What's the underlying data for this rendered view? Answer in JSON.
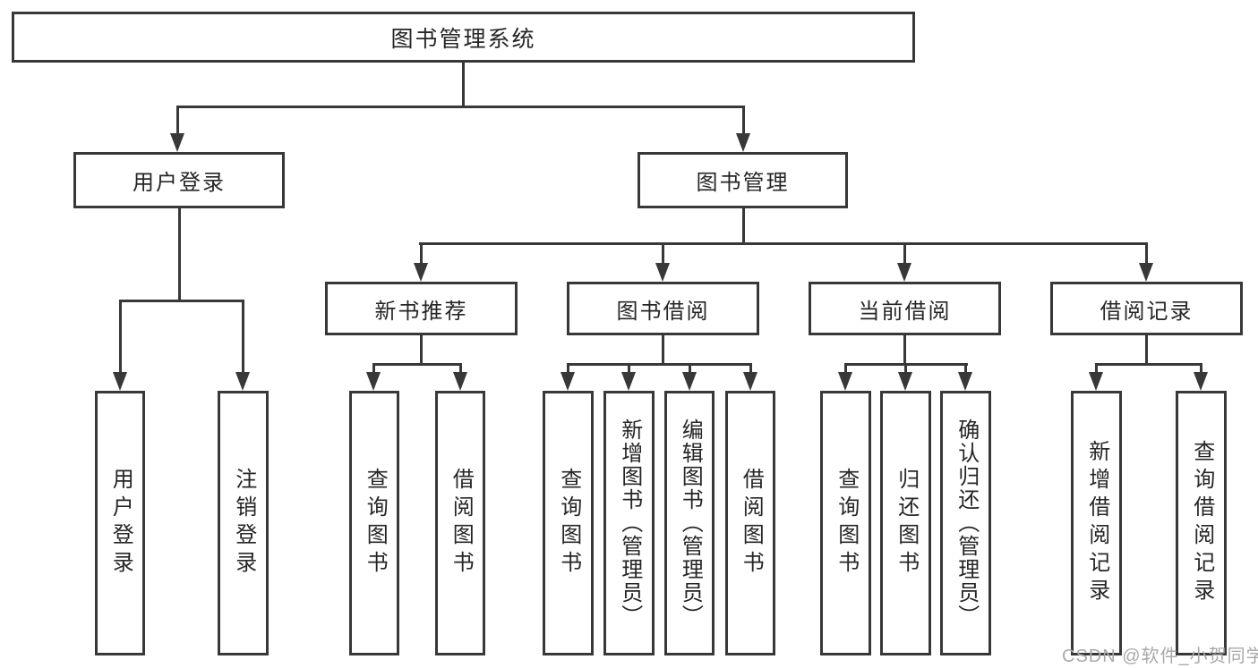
{
  "tree": {
    "root": {
      "label": "图书管理系统"
    },
    "branches": [
      {
        "label": "用户登录",
        "children": [
          {
            "label": "用户登录"
          },
          {
            "label": "注销登录"
          }
        ]
      },
      {
        "label": "图书管理",
        "children": [
          {
            "label": "新书推荐",
            "children": [
              {
                "label": "查询图书"
              },
              {
                "label": "借阅图书"
              }
            ]
          },
          {
            "label": "图书借阅",
            "children": [
              {
                "label": "查询图书"
              },
              {
                "label": "新增图书（管理员）"
              },
              {
                "label": "编辑图书（管理员）"
              },
              {
                "label": "借阅图书"
              }
            ]
          },
          {
            "label": "当前借阅",
            "children": [
              {
                "label": "查询图书"
              },
              {
                "label": "归还图书"
              },
              {
                "label": "确认归还（管理员）"
              }
            ]
          },
          {
            "label": "借阅记录",
            "children": [
              {
                "label": "新增借阅记录"
              },
              {
                "label": "查询借阅记录"
              }
            ]
          }
        ]
      }
    ]
  },
  "watermark": "CSDN @软件_小贺同学",
  "colors": {
    "line": "#383838",
    "text": "#262626",
    "background": "#ffffff",
    "watermark": "#a9a9a9"
  }
}
